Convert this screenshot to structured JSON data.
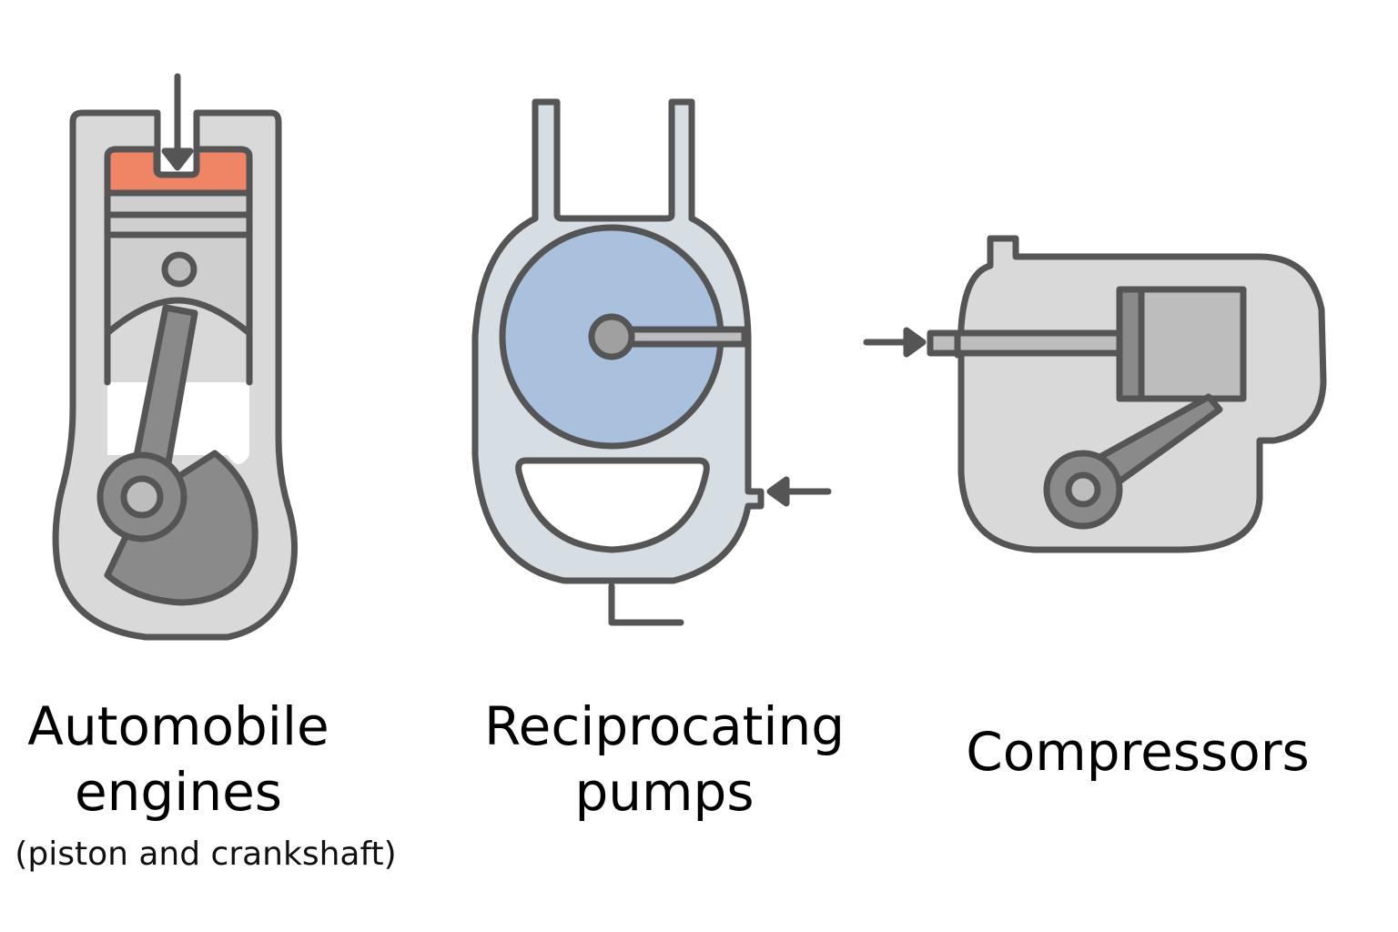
{
  "figures": [
    {
      "id": "engine",
      "title_lines": [
        "Automobile",
        "engines"
      ],
      "subtitle": "(piston and crankshaft)"
    },
    {
      "id": "pump",
      "title_lines": [
        "Reciprocating",
        "pumps"
      ]
    },
    {
      "id": "compressor",
      "title_lines": [
        "Compressors"
      ]
    }
  ],
  "colors": {
    "outline": "#555555",
    "casing": "#d9d9d9",
    "part": "#bdbdbd",
    "dark_part": "#8a8a8a",
    "piston_crown": "#f08565",
    "pump_casing": "#d6dde3",
    "pump_wheel": "#a9c1dc"
  },
  "icons": [
    "arrow-down-icon",
    "arrow-left-icon",
    "arrow-right-icon"
  ]
}
